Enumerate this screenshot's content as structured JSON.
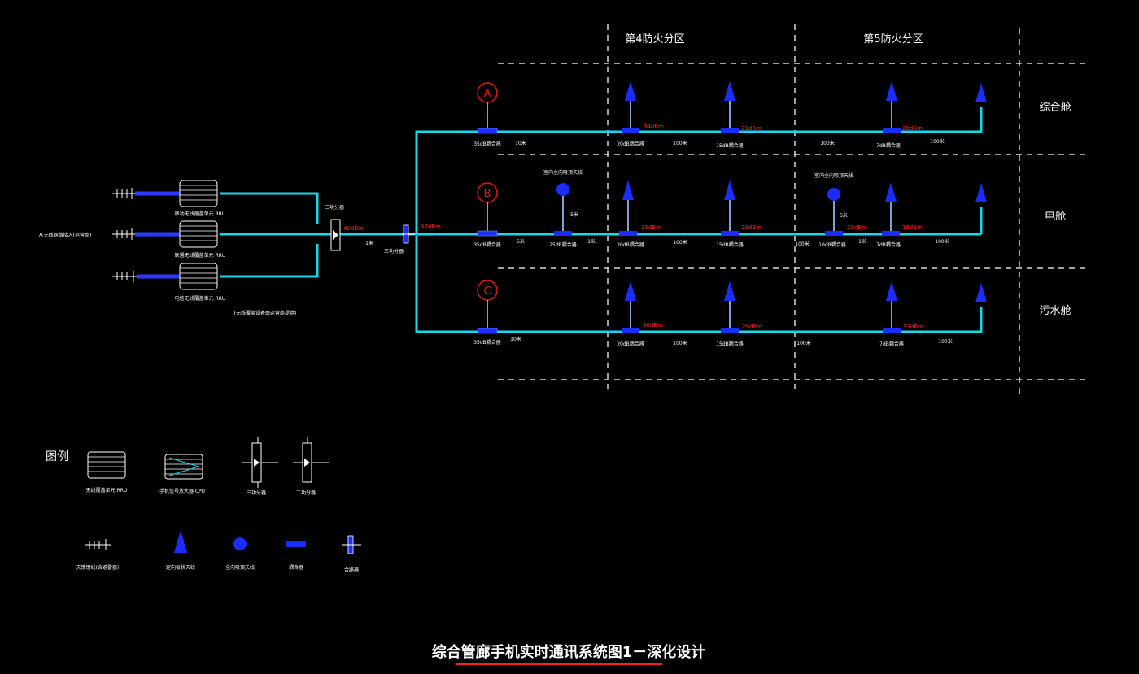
{
  "title": "综合管廊手机实时通讯系统图1－深化设计",
  "zones": {
    "zone4": "第4防火分区",
    "zone5": "第5防火分区"
  },
  "compartments": {
    "A": "综合舱",
    "B": "电舱",
    "C": "污水舱"
  },
  "branch_labels": {
    "A": "A",
    "B": "B",
    "C": "C"
  },
  "left": {
    "source_label": "从无线网络接入(运营商)",
    "rru_labels": [
      "移动无线覆盖单元 RRU",
      "联通无线覆盖单元 RRU",
      "电信无线覆盖单元 RRU"
    ],
    "rru_note": "(无线覆盖设备由运营商提供)",
    "combiner_label": "三功分器",
    "combiner_power": "40dBm",
    "cable_1": "1米",
    "splitter_label": "三功分器",
    "splitter_power": "37dBm"
  },
  "lines": {
    "A": {
      "coupler_main": "35dB耦合器",
      "len_first": "10米",
      "couplers": [
        "20dB耦合器",
        "15dB耦合器",
        "7dB耦合器"
      ],
      "powers": [
        "34dBm",
        "29dBm",
        "20dBm"
      ],
      "lens": [
        "100米",
        "100米",
        "100米"
      ]
    },
    "B": {
      "coupler_main": "35dB耦合器",
      "len_first": "5米",
      "ap1_label": "室内全向吸顶天线",
      "ap1_coupler": "25dB耦合器",
      "ap1_len": "5米",
      "len_second": "1米",
      "couplers": [
        "20dB耦合器",
        "15dB耦合器",
        "10dB耦合器",
        "7dB耦合器"
      ],
      "powers": [
        "35dBm",
        "29dBm",
        "25dBm",
        "19dBm"
      ],
      "ap2_label": "室内全向吸顶天线",
      "ap2_len": "5米",
      "lens": [
        "100米",
        "100米",
        "1米",
        "100米"
      ]
    },
    "C": {
      "coupler_main": "35dB耦合器",
      "len_first": "10米",
      "couplers": [
        "20dB耦合器",
        "15dB耦合器",
        "7dB耦合器"
      ],
      "powers": [
        "36dBm",
        "29dBm",
        "33dBm"
      ],
      "lens": [
        "100米",
        "100米",
        "100米"
      ]
    }
  },
  "legend": {
    "heading": "图例",
    "items": [
      "无线覆盖单元 RRU",
      "手机信号放大器 CPU",
      "三功分器",
      "二功分器",
      "天馈馈线(含避雷器)",
      "定向板状天线",
      "全向吸顶天线",
      "耦合器",
      "合路器"
    ]
  },
  "colors": {
    "cable": "#19d7e6",
    "antenna": "#1b2cff",
    "label_red": "#ff2020",
    "text": "#ffffff",
    "dash": "#d8d8d8"
  }
}
